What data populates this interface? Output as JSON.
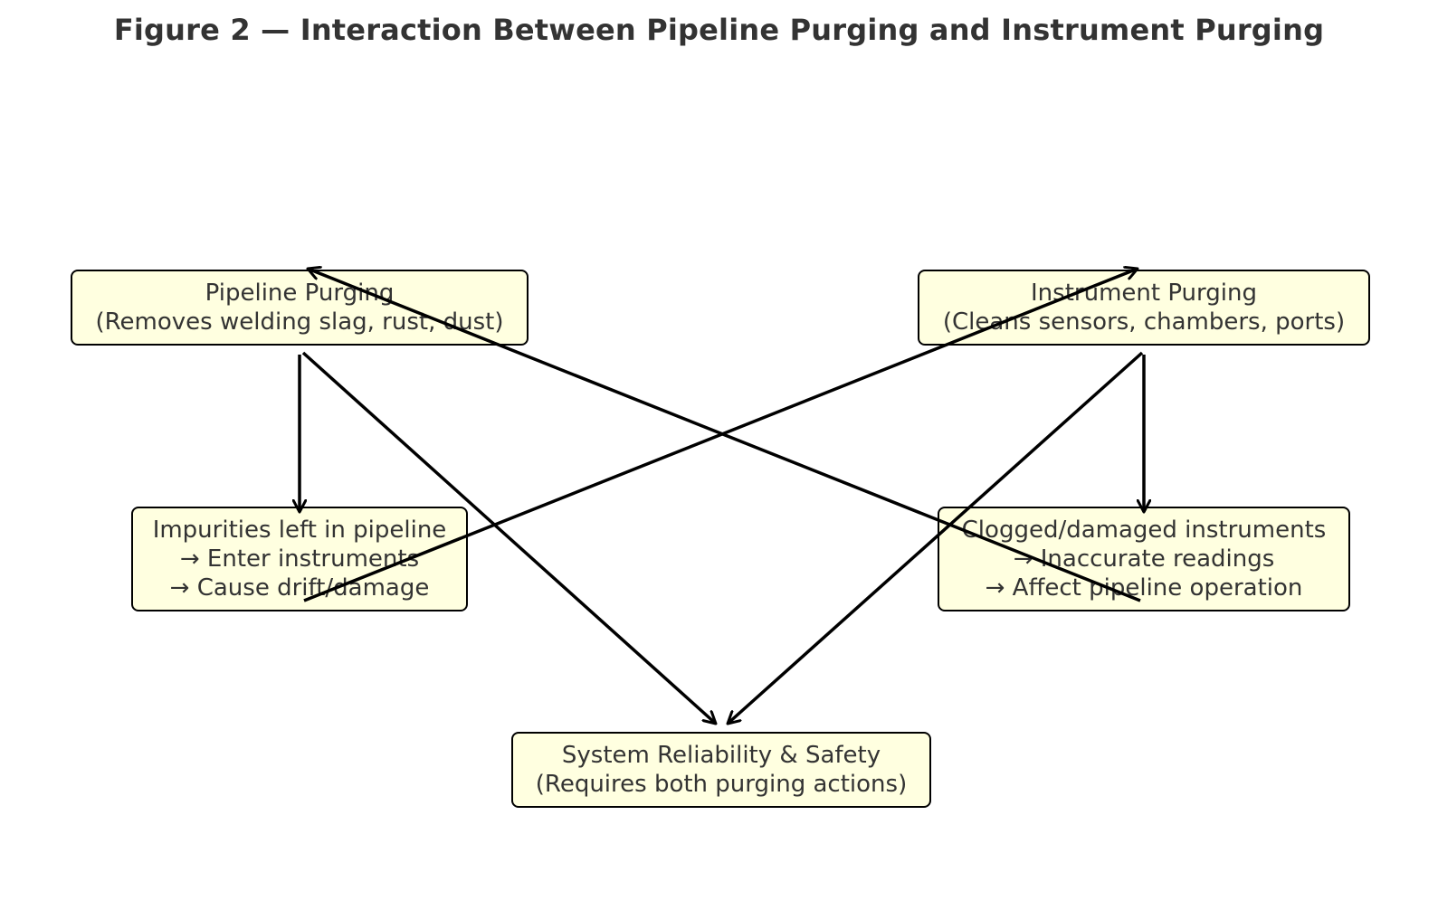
{
  "diagram": {
    "title": "Figure 2 — Interaction Between Pipeline Purging and Instrument Purging",
    "colors": {
      "node_fill": "#ffffe0",
      "node_border": "#000000",
      "text": "#333333",
      "arrow": "#000000"
    },
    "nodes": {
      "pipeline_purging": {
        "line1": "Pipeline Purging",
        "line2": "(Removes welding slag, rust, dust)"
      },
      "instrument_purging": {
        "line1": "Instrument Purging",
        "line2": "(Cleans sensors, chambers, ports)"
      },
      "impurities": {
        "line1": "Impurities left in pipeline",
        "line2": "→ Enter instruments",
        "line3": "→ Cause drift/damage"
      },
      "clogged": {
        "line1": "Clogged/damaged instruments",
        "line2": "→ Inaccurate readings",
        "line3": "→ Affect pipeline operation"
      },
      "system": {
        "line1": "System Reliability & Safety",
        "line2": "(Requires both purging actions)"
      }
    },
    "edges": [
      {
        "from": "Pipeline Purging",
        "to": "Impurities left in pipeline"
      },
      {
        "from": "Instrument Purging",
        "to": "Clogged/damaged instruments"
      },
      {
        "from": "Impurities left in pipeline",
        "to": "Instrument Purging"
      },
      {
        "from": "Clogged/damaged instruments",
        "to": "Pipeline Purging"
      },
      {
        "from": "Pipeline Purging",
        "to": "System Reliability & Safety"
      },
      {
        "from": "Instrument Purging",
        "to": "System Reliability & Safety"
      }
    ]
  }
}
